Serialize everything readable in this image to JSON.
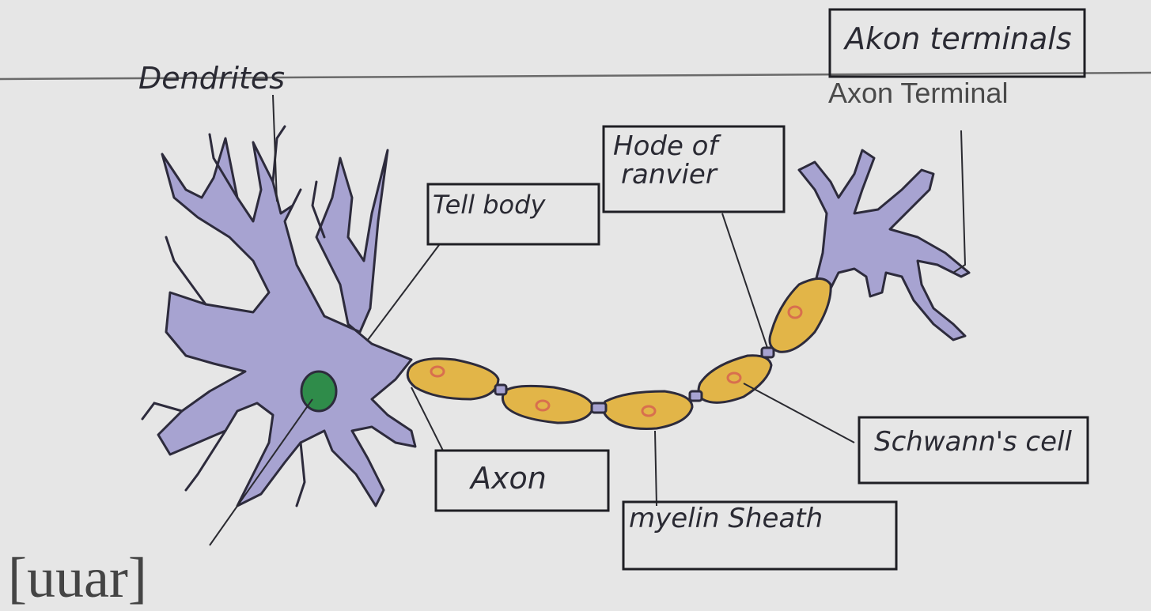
{
  "labels": {
    "dendrites": "Dendrites",
    "axon_terminals_handwritten": "Akon terminals",
    "axon_terminal_typed": "Axon Terminal",
    "node_of_ranvier_line1": "Hode of",
    "node_of_ranvier_line2": "ranvier",
    "cell_body": "Tell body",
    "axon": "Axon",
    "schwanns_cell": "Schwann's cell",
    "myelin_sheath": "myelin Sheath",
    "nucleus": "[uuar]"
  },
  "colors": {
    "paper": "#e6e6e6",
    "neuron_body": "#a7a3d1",
    "neuron_outline": "#2d2b3c",
    "nucleus": "#2f8c4a",
    "myelin": "#e2b548",
    "myelin_dot": "#d86f4e",
    "box_stroke": "#1f1f24",
    "rule_line": "#6a6a6a"
  }
}
